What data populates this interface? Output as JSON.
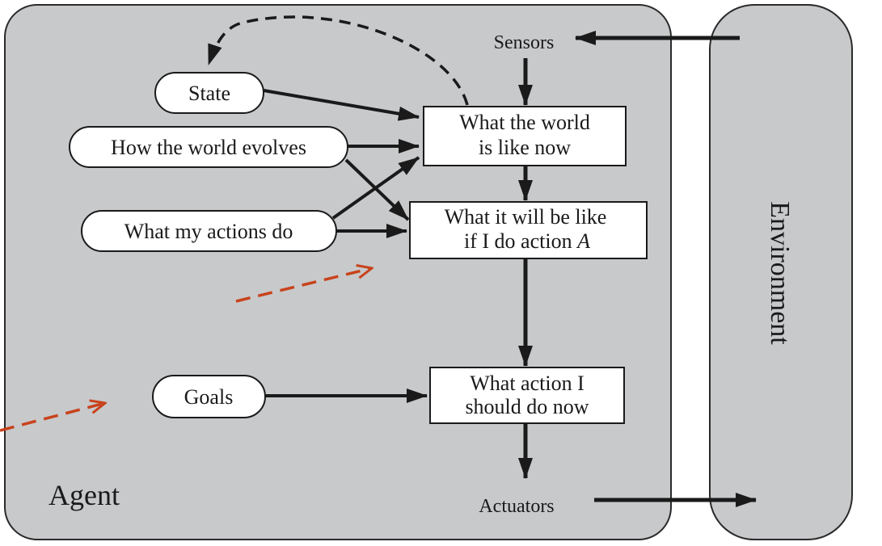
{
  "diagram": {
    "agent_label": "Agent",
    "environment_label": "Environment",
    "sensors_label": "Sensors",
    "actuators_label": "Actuators",
    "state_nodes": {
      "state": "State",
      "world_evolves": "How the world evolves",
      "actions_do": "What my actions do",
      "goals": "Goals"
    },
    "process_boxes": {
      "world_now": [
        "What the world",
        "is like now"
      ],
      "will_be": [
        "What it will be like",
        "if I do action ",
        "A"
      ],
      "action": [
        "What action I",
        "should do now"
      ]
    }
  },
  "colors": {
    "agent_fill": "#c8c9cb",
    "panel_stroke": "#2a2a2a",
    "arrow": "#1a1a1a",
    "annotation_arrow": "#c8431c"
  }
}
